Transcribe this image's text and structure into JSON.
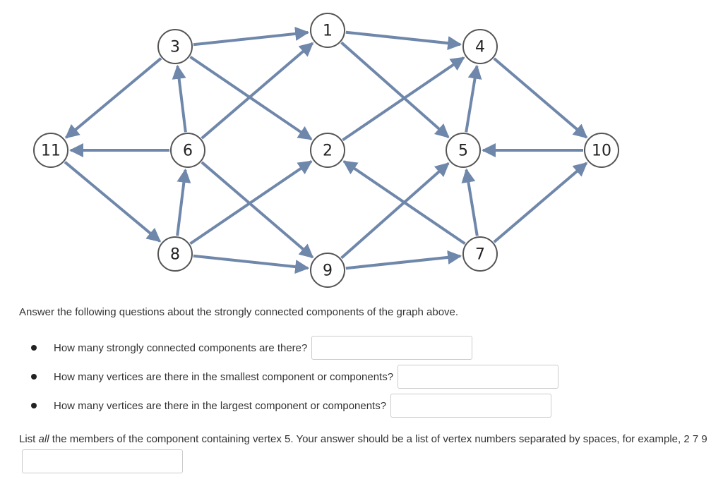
{
  "graph": {
    "nodes": [
      {
        "id": "1",
        "label": "1"
      },
      {
        "id": "2",
        "label": "2"
      },
      {
        "id": "3",
        "label": "3"
      },
      {
        "id": "4",
        "label": "4"
      },
      {
        "id": "5",
        "label": "5"
      },
      {
        "id": "6",
        "label": "6"
      },
      {
        "id": "7",
        "label": "7"
      },
      {
        "id": "8",
        "label": "8"
      },
      {
        "id": "9",
        "label": "9"
      },
      {
        "id": "10",
        "label": "10"
      },
      {
        "id": "11",
        "label": "11"
      }
    ],
    "edges": [
      {
        "from": "3",
        "to": "1"
      },
      {
        "from": "1",
        "to": "4"
      },
      {
        "from": "3",
        "to": "11"
      },
      {
        "from": "6",
        "to": "3"
      },
      {
        "from": "3",
        "to": "2"
      },
      {
        "from": "6",
        "to": "1"
      },
      {
        "from": "1",
        "to": "5"
      },
      {
        "from": "2",
        "to": "4"
      },
      {
        "from": "5",
        "to": "4"
      },
      {
        "from": "4",
        "to": "10"
      },
      {
        "from": "6",
        "to": "11"
      },
      {
        "from": "10",
        "to": "5"
      },
      {
        "from": "11",
        "to": "8"
      },
      {
        "from": "8",
        "to": "6"
      },
      {
        "from": "6",
        "to": "9"
      },
      {
        "from": "8",
        "to": "2"
      },
      {
        "from": "7",
        "to": "2"
      },
      {
        "from": "9",
        "to": "5"
      },
      {
        "from": "7",
        "to": "5"
      },
      {
        "from": "7",
        "to": "10"
      },
      {
        "from": "8",
        "to": "9"
      },
      {
        "from": "9",
        "to": "7"
      }
    ],
    "edge_color": "#6f87aa"
  },
  "intro_text": "Answer the following questions about the strongly connected components of the graph above.",
  "questions": [
    {
      "label": "How many strongly connected components are there?",
      "value": ""
    },
    {
      "label": "How many vertices are there in the smallest component or components?",
      "value": ""
    },
    {
      "label": "How many vertices are there in the largest component or components?",
      "value": ""
    }
  ],
  "final_prompt": {
    "before": "List ",
    "emphasis": "all",
    "after": " the members of the component containing vertex 5. Your answer should be a list of vertex numbers separated by spaces, for example, 2 7 9",
    "value": ""
  }
}
